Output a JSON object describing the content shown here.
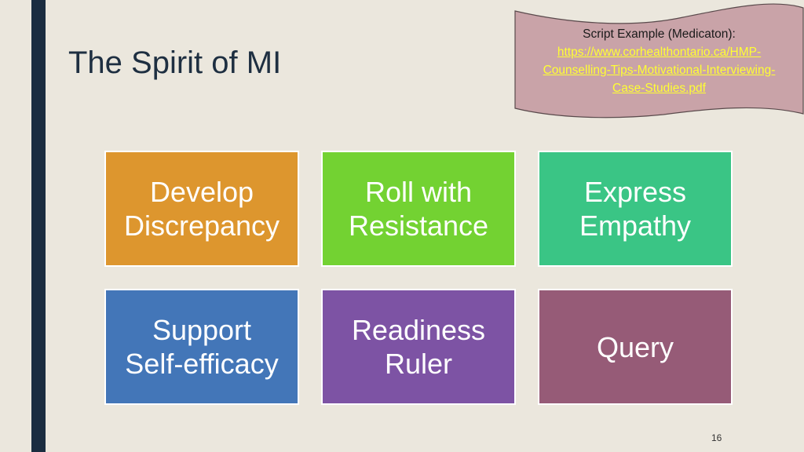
{
  "slide": {
    "title": "The Spirit of MI",
    "page_number": "16"
  },
  "note": {
    "heading": "Script Example (Medicaton):",
    "link_lines": [
      "https://www.corhealthontario.ca/HMP-",
      "Counselling-Tips-Motivational-Interviewing-",
      "Case-Studies.pdf"
    ],
    "fill_color": "#c9a3a8",
    "link_color": "#ffff33"
  },
  "tiles": [
    {
      "label": "Develop\nDiscrepancy",
      "color": "#dd962e"
    },
    {
      "label": "Roll with\nResistance",
      "color": "#73d232"
    },
    {
      "label": "Express\nEmpathy",
      "color": "#3ac585"
    },
    {
      "label": "Support\nSelf-efficacy",
      "color": "#4376b8"
    },
    {
      "label": "Readiness\nRuler",
      "color": "#7d53a4"
    },
    {
      "label": "Query",
      "color": "#965b77"
    }
  ],
  "colors": {
    "background": "#ebe7dd",
    "accent_bar": "#1b2d40",
    "title": "#1e2f41"
  }
}
